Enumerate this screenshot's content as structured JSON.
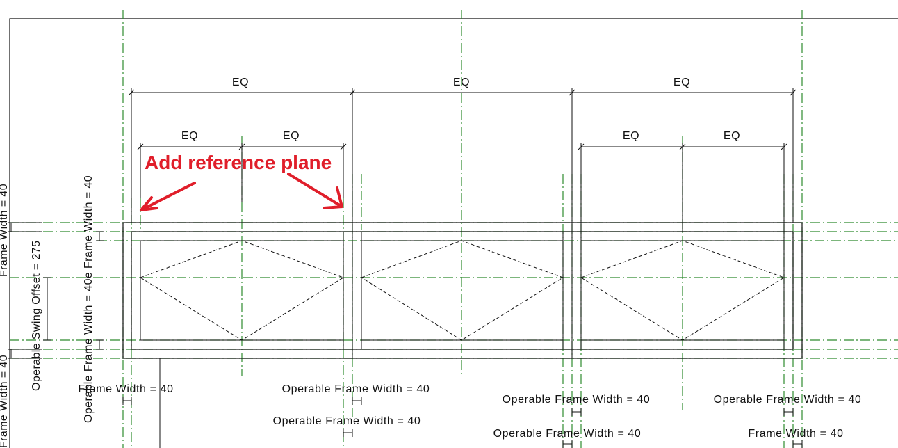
{
  "drawing": {
    "eq_label": "EQ",
    "annotation": "Add reference plane",
    "colors": {
      "reference_plane": "#2e8b2e",
      "annotation": "#e01e2a",
      "line": "#111111"
    }
  },
  "dims": {
    "frame_width_40": "Frame Width = 40",
    "operable_frame_width_40": "Operable Frame Width = 40",
    "operable_swing_offset_275": "Operable Swing Offset = 275",
    "vertical_combined": "Operable Frame Width = 40e Frame Width = 40",
    "left_frame_width_top": "Frame Width = 40",
    "left_frame_width_bottom": "Frame Width = 40"
  }
}
